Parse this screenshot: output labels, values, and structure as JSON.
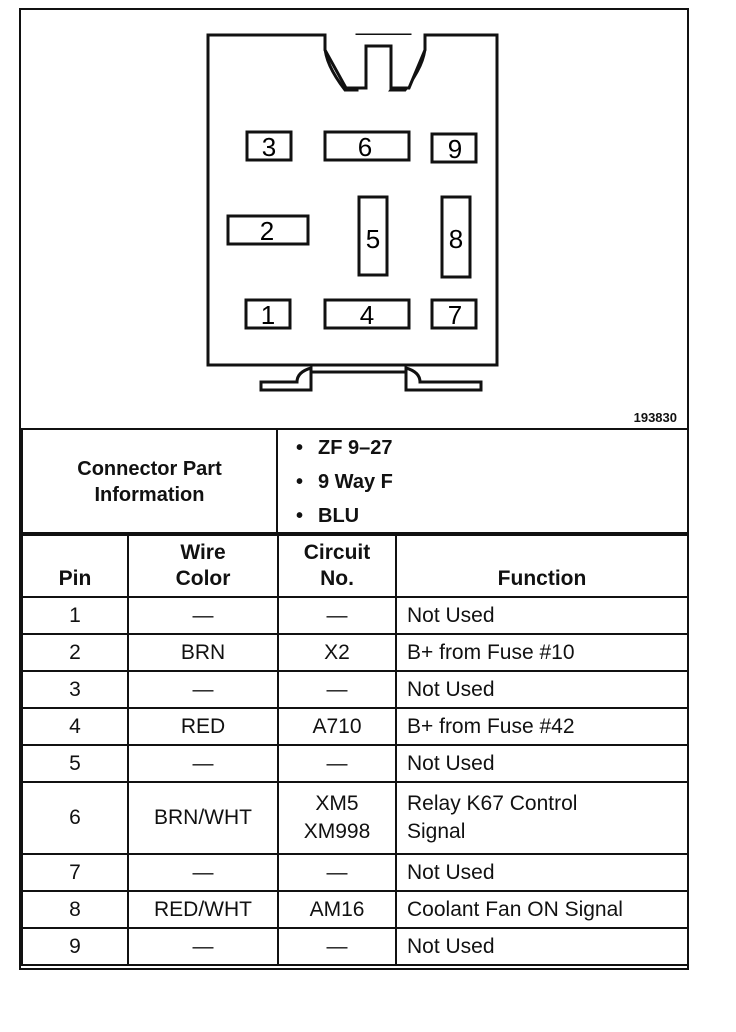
{
  "connector": {
    "pins_layout": [
      "3",
      "6",
      "9",
      "2",
      "5",
      "8",
      "1",
      "4",
      "7"
    ],
    "drawing_id": "193830"
  },
  "part_info": {
    "label_line1": "Connector Part",
    "label_line2": "Information",
    "items": [
      "ZF 9–27",
      "9 Way F",
      "BLU"
    ]
  },
  "table": {
    "headers": {
      "pin": "Pin",
      "wire_color_line1": "Wire",
      "wire_color_line2": "Color",
      "circuit_line1": "Circuit",
      "circuit_line2": "No.",
      "function": "Function"
    },
    "rows": [
      {
        "pin": "1",
        "wire": "—",
        "circuit": "—",
        "circuit2": "",
        "function": "Not Used",
        "function2": ""
      },
      {
        "pin": "2",
        "wire": "BRN",
        "circuit": "X2",
        "circuit2": "",
        "function": "B+ from Fuse #10",
        "function2": ""
      },
      {
        "pin": "3",
        "wire": "—",
        "circuit": "—",
        "circuit2": "",
        "function": "Not Used",
        "function2": ""
      },
      {
        "pin": "4",
        "wire": "RED",
        "circuit": "A710",
        "circuit2": "",
        "function": "B+ from Fuse #42",
        "function2": ""
      },
      {
        "pin": "5",
        "wire": "—",
        "circuit": "—",
        "circuit2": "",
        "function": "Not Used",
        "function2": ""
      },
      {
        "pin": "6",
        "wire": "BRN/WHT",
        "circuit": "XM5",
        "circuit2": "XM998",
        "function": "Relay K67 Control",
        "function2": "Signal"
      },
      {
        "pin": "7",
        "wire": "—",
        "circuit": "—",
        "circuit2": "",
        "function": "Not Used",
        "function2": ""
      },
      {
        "pin": "8",
        "wire": "RED/WHT",
        "circuit": "AM16",
        "circuit2": "",
        "function": "Coolant Fan ON Signal",
        "function2": ""
      },
      {
        "pin": "9",
        "wire": "—",
        "circuit": "—",
        "circuit2": "",
        "function": "Not Used",
        "function2": ""
      }
    ]
  }
}
